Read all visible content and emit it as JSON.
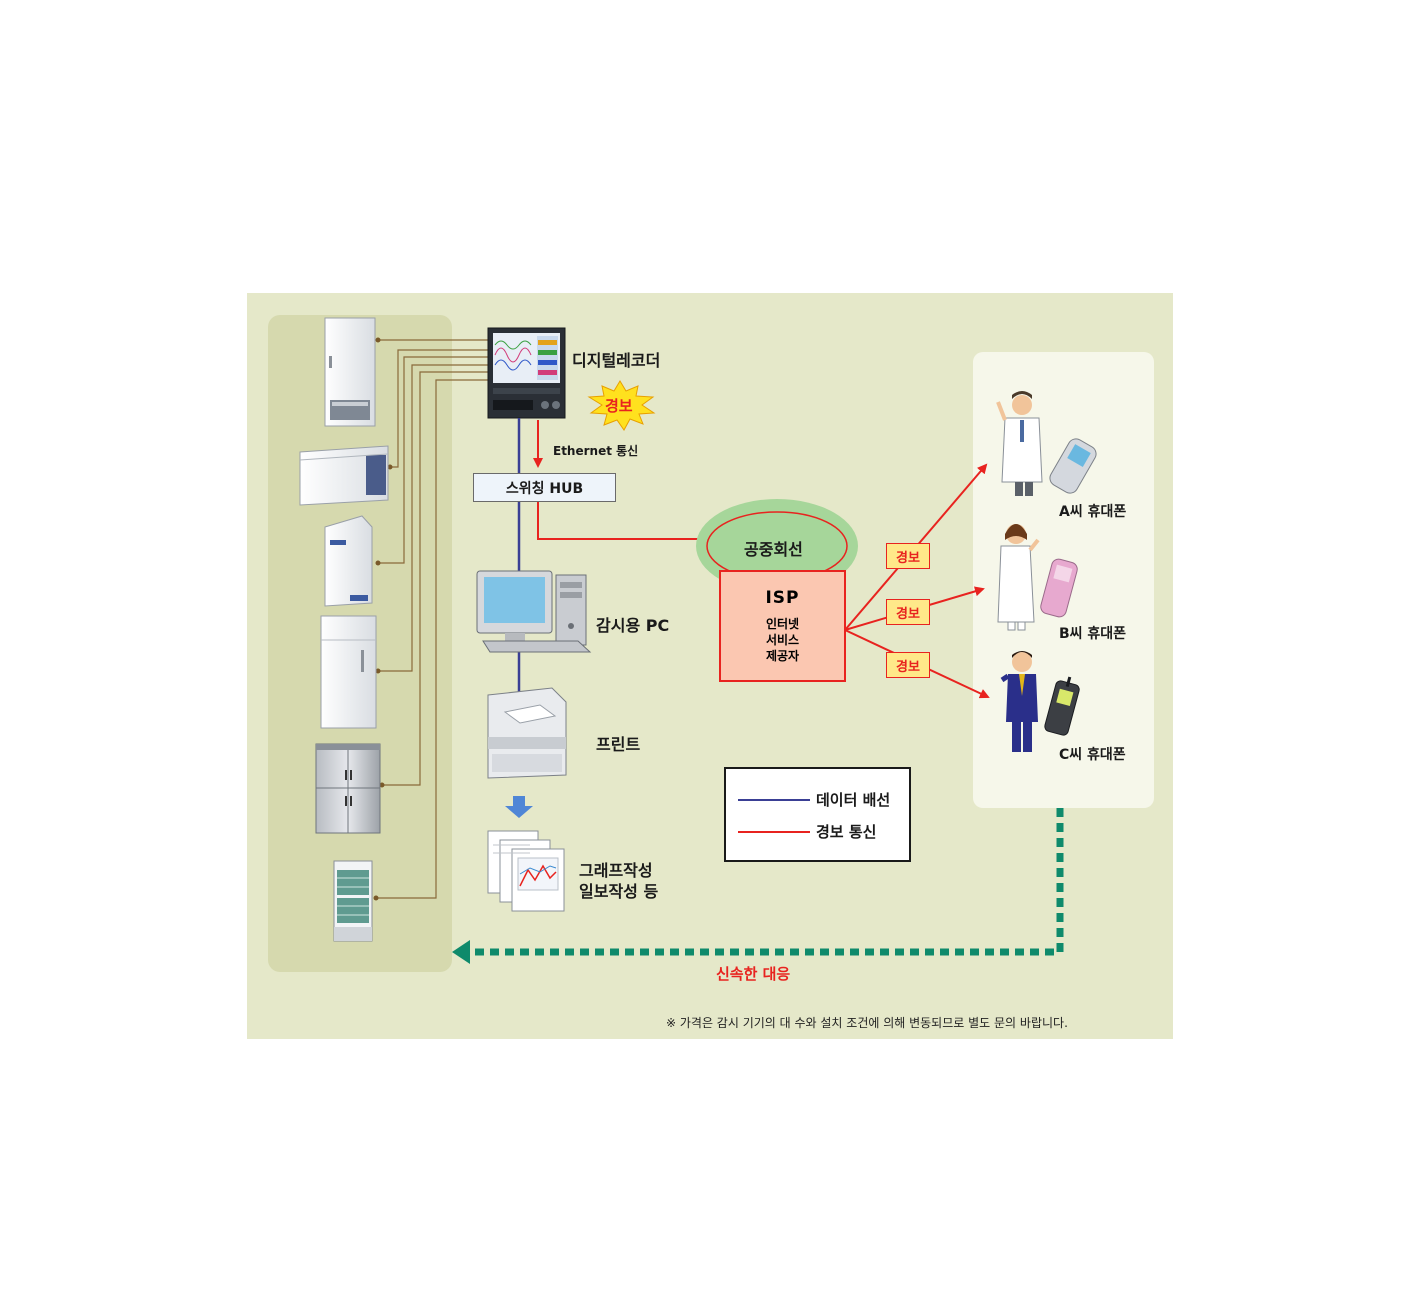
{
  "labels": {
    "digital_recorder": "디지털레코더",
    "alarm_burst": "경보",
    "ethernet": "Ethernet 통신",
    "hub": "스위칭 HUB",
    "monitor_pc": "감시용 PC",
    "print": "프린트",
    "output_line1": "그래프작성",
    "output_line2": "일보작성 등",
    "public_line": "공중회선",
    "isp_title": "ISP",
    "isp_line1": "인터넷",
    "isp_line2": "서비스",
    "isp_line3": "제공자",
    "alarm_tag": "경보",
    "phone_a": "A씨 휴대폰",
    "phone_b": "B씨 휴대폰",
    "phone_c": "C씨 휴대폰",
    "quick_response": "신속한 대응",
    "footnote": "※ 가격은 감시 기기의 대 수와 설치 조건에 의해 변동되므로 별도 문의 바랍니다."
  },
  "legend": {
    "data_line": "데이터 배선",
    "alarm_line": "경보 통신"
  },
  "colors": {
    "panel_bg": "#e5e8c9",
    "equipment_panel": "#d6d9ae",
    "phone_panel": "#f6f7ea",
    "data_line": "#3a3f95",
    "alarm_line": "#e8231f",
    "dashed_arrow": "#0f8a6b",
    "cloud": "#a6d69a"
  }
}
